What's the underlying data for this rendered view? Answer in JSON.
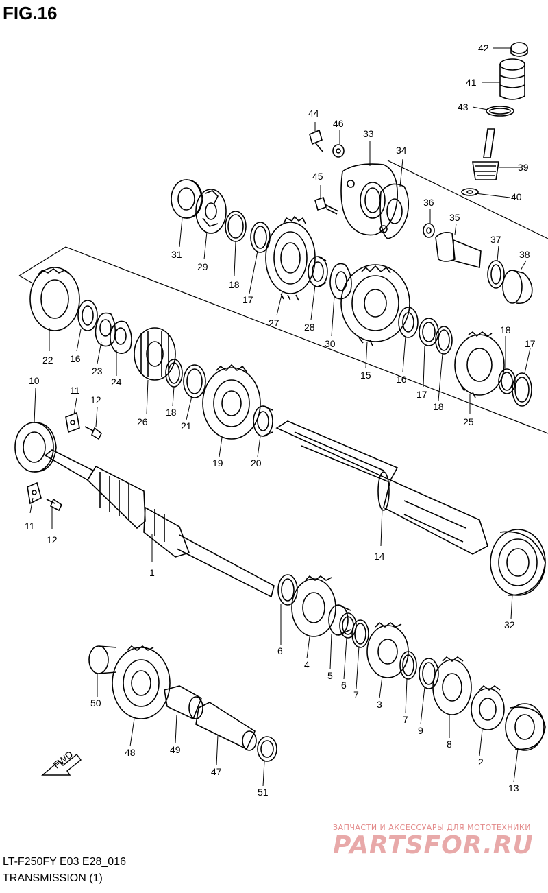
{
  "figure": {
    "title": "FIG.16",
    "model_code": "LT-F250FY E03 E28_016",
    "section_name": "TRANSMISSION (1)"
  },
  "watermark": {
    "tagline": "ЗАПЧАСТИ И АКСЕССУАРЫ ДЛЯ МОТОТЕХНИКИ",
    "logo": "PARTSFOR.RU"
  },
  "direction_arrow": {
    "label": "FWD"
  },
  "callouts": [
    {
      "id": "c42",
      "label": "42"
    },
    {
      "id": "c41",
      "label": "41"
    },
    {
      "id": "c43",
      "label": "43"
    },
    {
      "id": "c44",
      "label": "44"
    },
    {
      "id": "c46",
      "label": "46"
    },
    {
      "id": "c33",
      "label": "33"
    },
    {
      "id": "c34",
      "label": "34"
    },
    {
      "id": "c39",
      "label": "39"
    },
    {
      "id": "c45",
      "label": "45"
    },
    {
      "id": "c40",
      "label": "40"
    },
    {
      "id": "c36",
      "label": "36"
    },
    {
      "id": "c35",
      "label": "35"
    },
    {
      "id": "c37",
      "label": "37"
    },
    {
      "id": "c38",
      "label": "38"
    },
    {
      "id": "c31",
      "label": "31"
    },
    {
      "id": "c29",
      "label": "29"
    },
    {
      "id": "c18a",
      "label": "18"
    },
    {
      "id": "c17a",
      "label": "17"
    },
    {
      "id": "c27",
      "label": "27"
    },
    {
      "id": "c28",
      "label": "28"
    },
    {
      "id": "c30",
      "label": "30"
    },
    {
      "id": "c15",
      "label": "15"
    },
    {
      "id": "c16a",
      "label": "16"
    },
    {
      "id": "c17b",
      "label": "17"
    },
    {
      "id": "c18b",
      "label": "18"
    },
    {
      "id": "c18c",
      "label": "18"
    },
    {
      "id": "c17c",
      "label": "17"
    },
    {
      "id": "c25",
      "label": "25"
    },
    {
      "id": "c22",
      "label": "22"
    },
    {
      "id": "c16b",
      "label": "16"
    },
    {
      "id": "c23",
      "label": "23"
    },
    {
      "id": "c24",
      "label": "24"
    },
    {
      "id": "c26",
      "label": "26"
    },
    {
      "id": "c18d",
      "label": "18"
    },
    {
      "id": "c21",
      "label": "21"
    },
    {
      "id": "c19",
      "label": "19"
    },
    {
      "id": "c20",
      "label": "20"
    },
    {
      "id": "c10",
      "label": "10"
    },
    {
      "id": "c11a",
      "label": "11"
    },
    {
      "id": "c12a",
      "label": "12"
    },
    {
      "id": "c11b",
      "label": "11"
    },
    {
      "id": "c12b",
      "label": "12"
    },
    {
      "id": "c1",
      "label": "1"
    },
    {
      "id": "c14",
      "label": "14"
    },
    {
      "id": "c32",
      "label": "32"
    },
    {
      "id": "c6a",
      "label": "6"
    },
    {
      "id": "c4",
      "label": "4"
    },
    {
      "id": "c5",
      "label": "5"
    },
    {
      "id": "c6b",
      "label": "6"
    },
    {
      "id": "c7a",
      "label": "7"
    },
    {
      "id": "c3",
      "label": "3"
    },
    {
      "id": "c7b",
      "label": "7"
    },
    {
      "id": "c9",
      "label": "9"
    },
    {
      "id": "c8",
      "label": "8"
    },
    {
      "id": "c2",
      "label": "2"
    },
    {
      "id": "c13",
      "label": "13"
    },
    {
      "id": "c50",
      "label": "50"
    },
    {
      "id": "c48",
      "label": "48"
    },
    {
      "id": "c49",
      "label": "49"
    },
    {
      "id": "c47",
      "label": "47"
    },
    {
      "id": "c51",
      "label": "51"
    }
  ]
}
